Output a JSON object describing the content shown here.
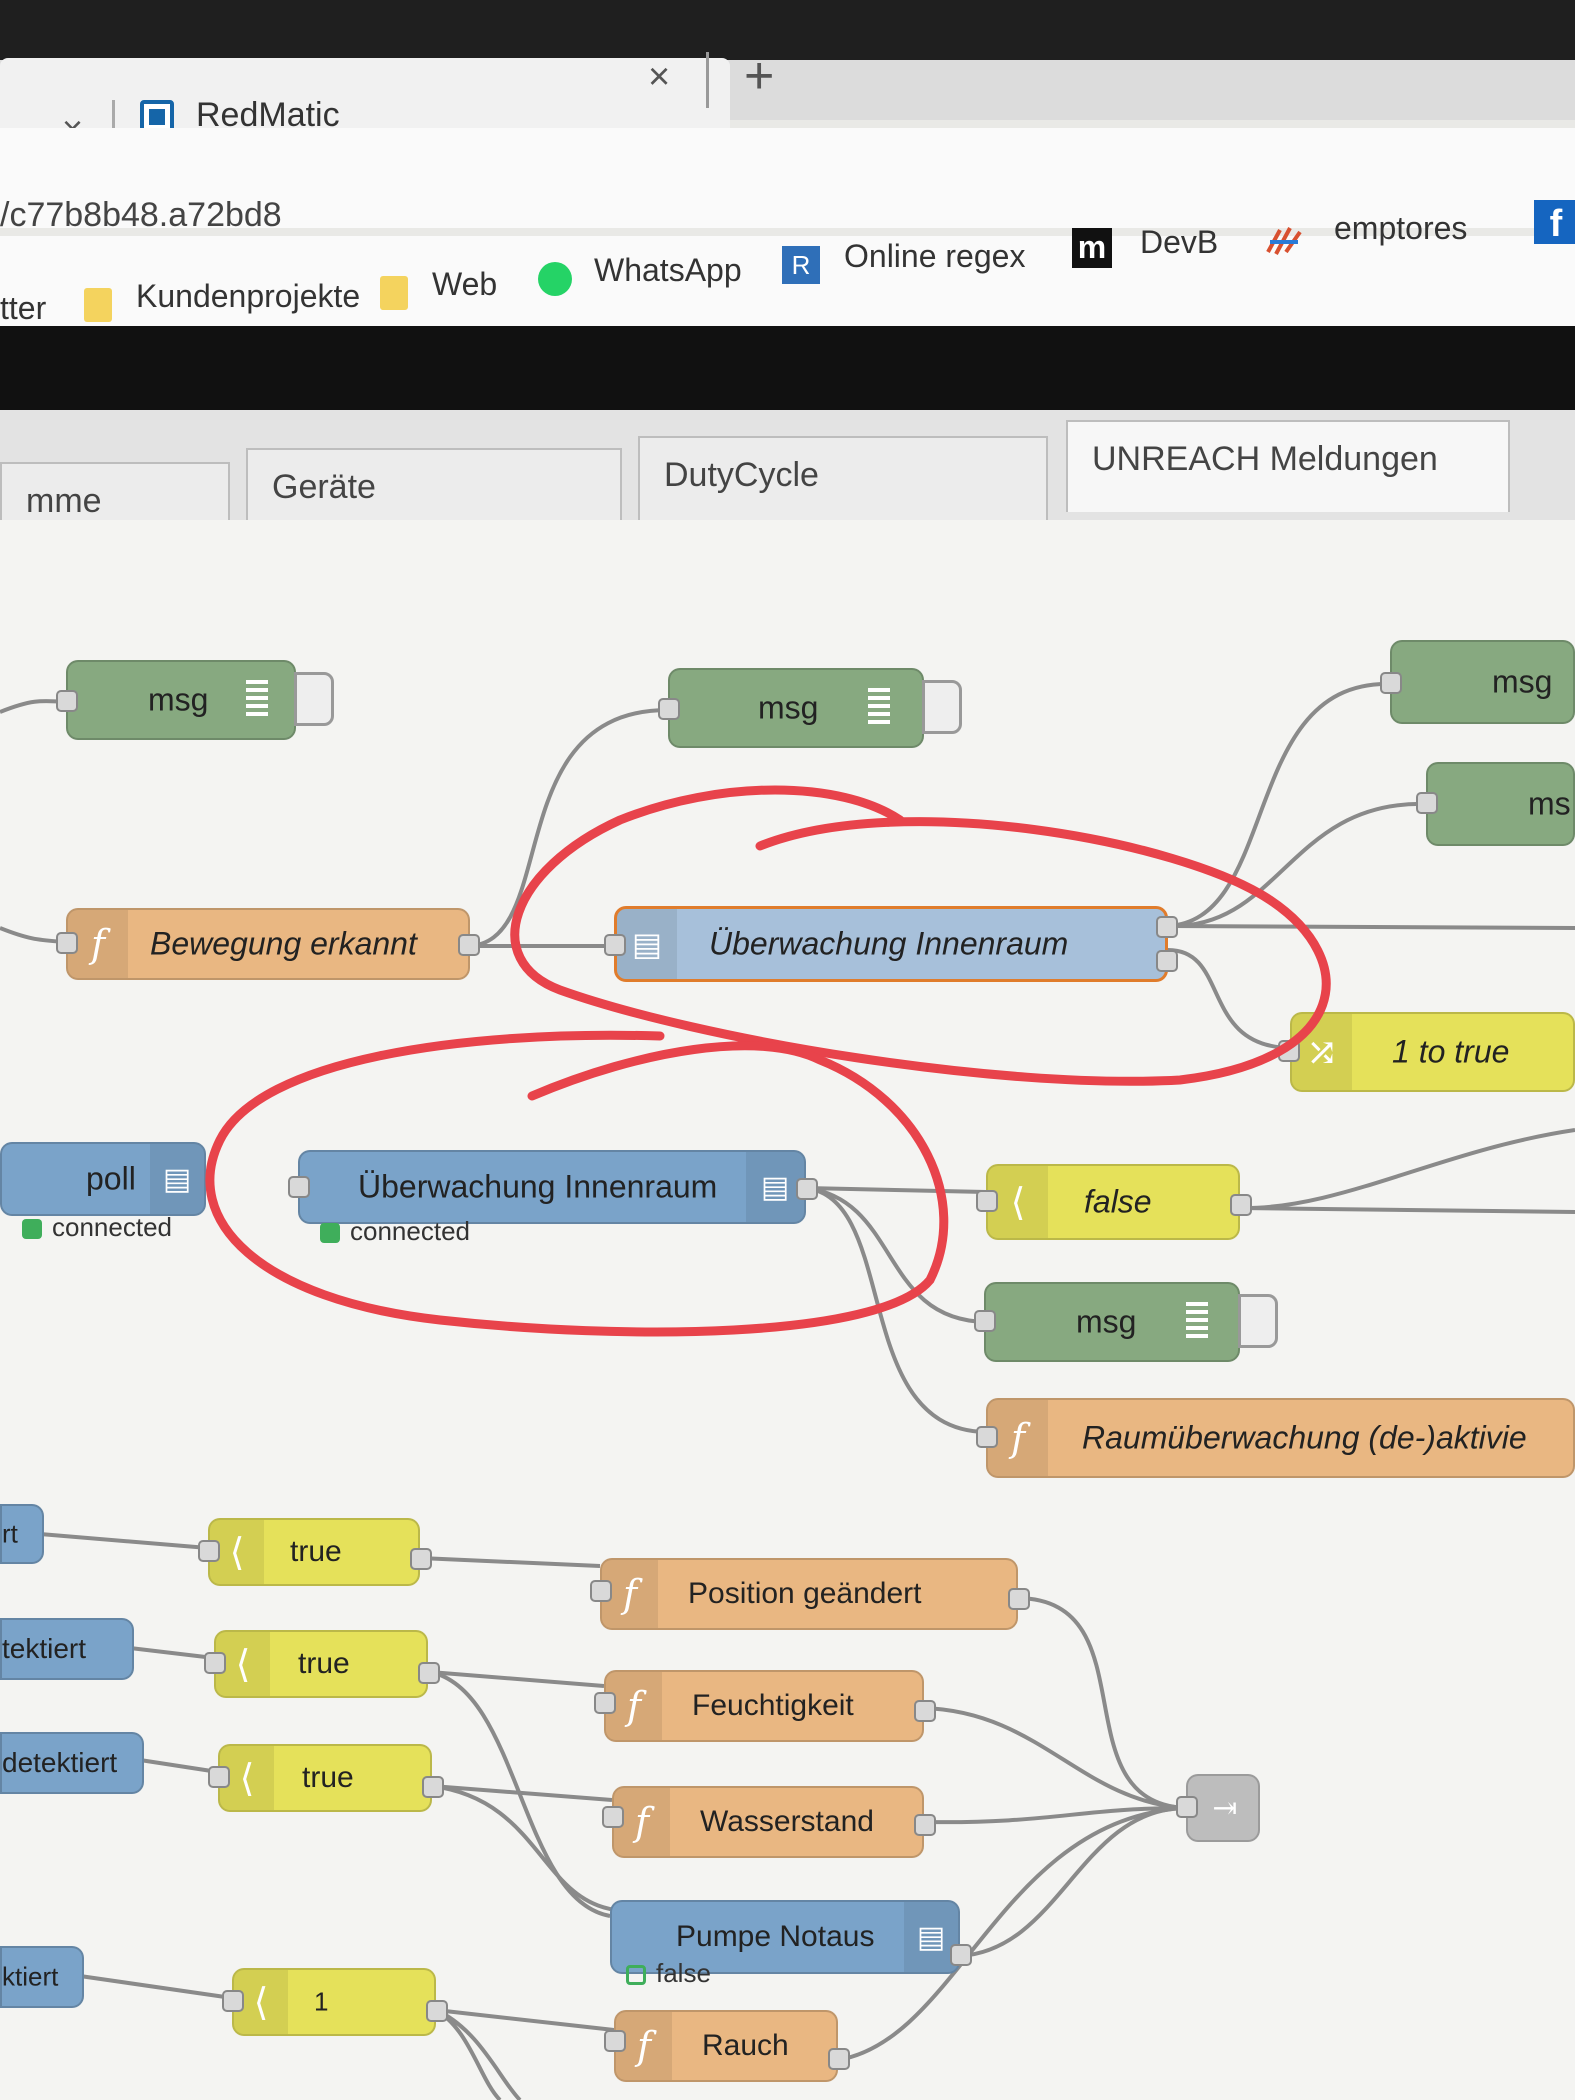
{
  "browser": {
    "tab_title": "RedMatic",
    "tab_close_glyph": "×",
    "new_tab_glyph": "+",
    "url": "/c77b8b48.a72bd8",
    "bookmarks": [
      {
        "label": "tter",
        "icon": "none"
      },
      {
        "label": "Kundenprojekte",
        "icon": "folder-icon"
      },
      {
        "label": "Web",
        "icon": "folder-icon"
      },
      {
        "label": "WhatsApp",
        "icon": "whatsapp-icon"
      },
      {
        "label": "Online regex",
        "icon": "regex-icon",
        "icon_text": "R"
      },
      {
        "label": "DevB",
        "icon": "m-icon",
        "icon_text": "m"
      },
      {
        "label": "emptores",
        "icon": "emptores-icon"
      },
      {
        "label": "",
        "icon": "facebook-icon",
        "icon_text": "f"
      }
    ]
  },
  "flow_tabs": [
    "mme",
    "Geräte",
    "DutyCycle",
    "UNREACH Meldungen"
  ],
  "nodes": {
    "msg1": "msg",
    "msg2": "msg",
    "msg3": "msg",
    "msg4": "ms",
    "msg5": "msg",
    "bewegung": "Bewegung erkannt",
    "ueberwachung_top": "Überwachung Innenraum",
    "to_true": "1 to true",
    "poll": "poll",
    "poll_status": "connected",
    "ueberwachung_mid": "Überwachung Innenraum",
    "ueberwachung_mid_status": "connected",
    "false_node": "false",
    "raumueberwachung": "Raumüberwachung (de-)aktivie",
    "left1": "rt",
    "left2": "tektiert",
    "left3": "detektiert",
    "left4": "ktiert",
    "true1": "true",
    "true2": "true",
    "true3": "true",
    "switch4": "1",
    "position": "Position geändert",
    "feuchtigkeit": "Feuchtigkeit",
    "wasserstand": "Wasserstand",
    "pumpe": "Pumpe Notaus",
    "pumpe_status": "false",
    "rauch": "Rauch"
  },
  "icons": {
    "function": "f",
    "switch": "⟨",
    "change": "⤮"
  },
  "colors": {
    "debug": "#87a980",
    "function": "#e9b782",
    "ccu": "#7aa3c9",
    "switch": "#e5e15a",
    "annotation": "#e8434b"
  }
}
